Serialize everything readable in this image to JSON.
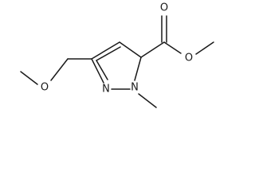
{
  "molecule": {
    "atoms": {
      "O_carbonyl": "O",
      "O_ester": "O",
      "O_ether": "O",
      "N1": "N",
      "N2": "N"
    }
  },
  "colors": {
    "bond": "#1a1a1a",
    "background": "#ffffff"
  }
}
